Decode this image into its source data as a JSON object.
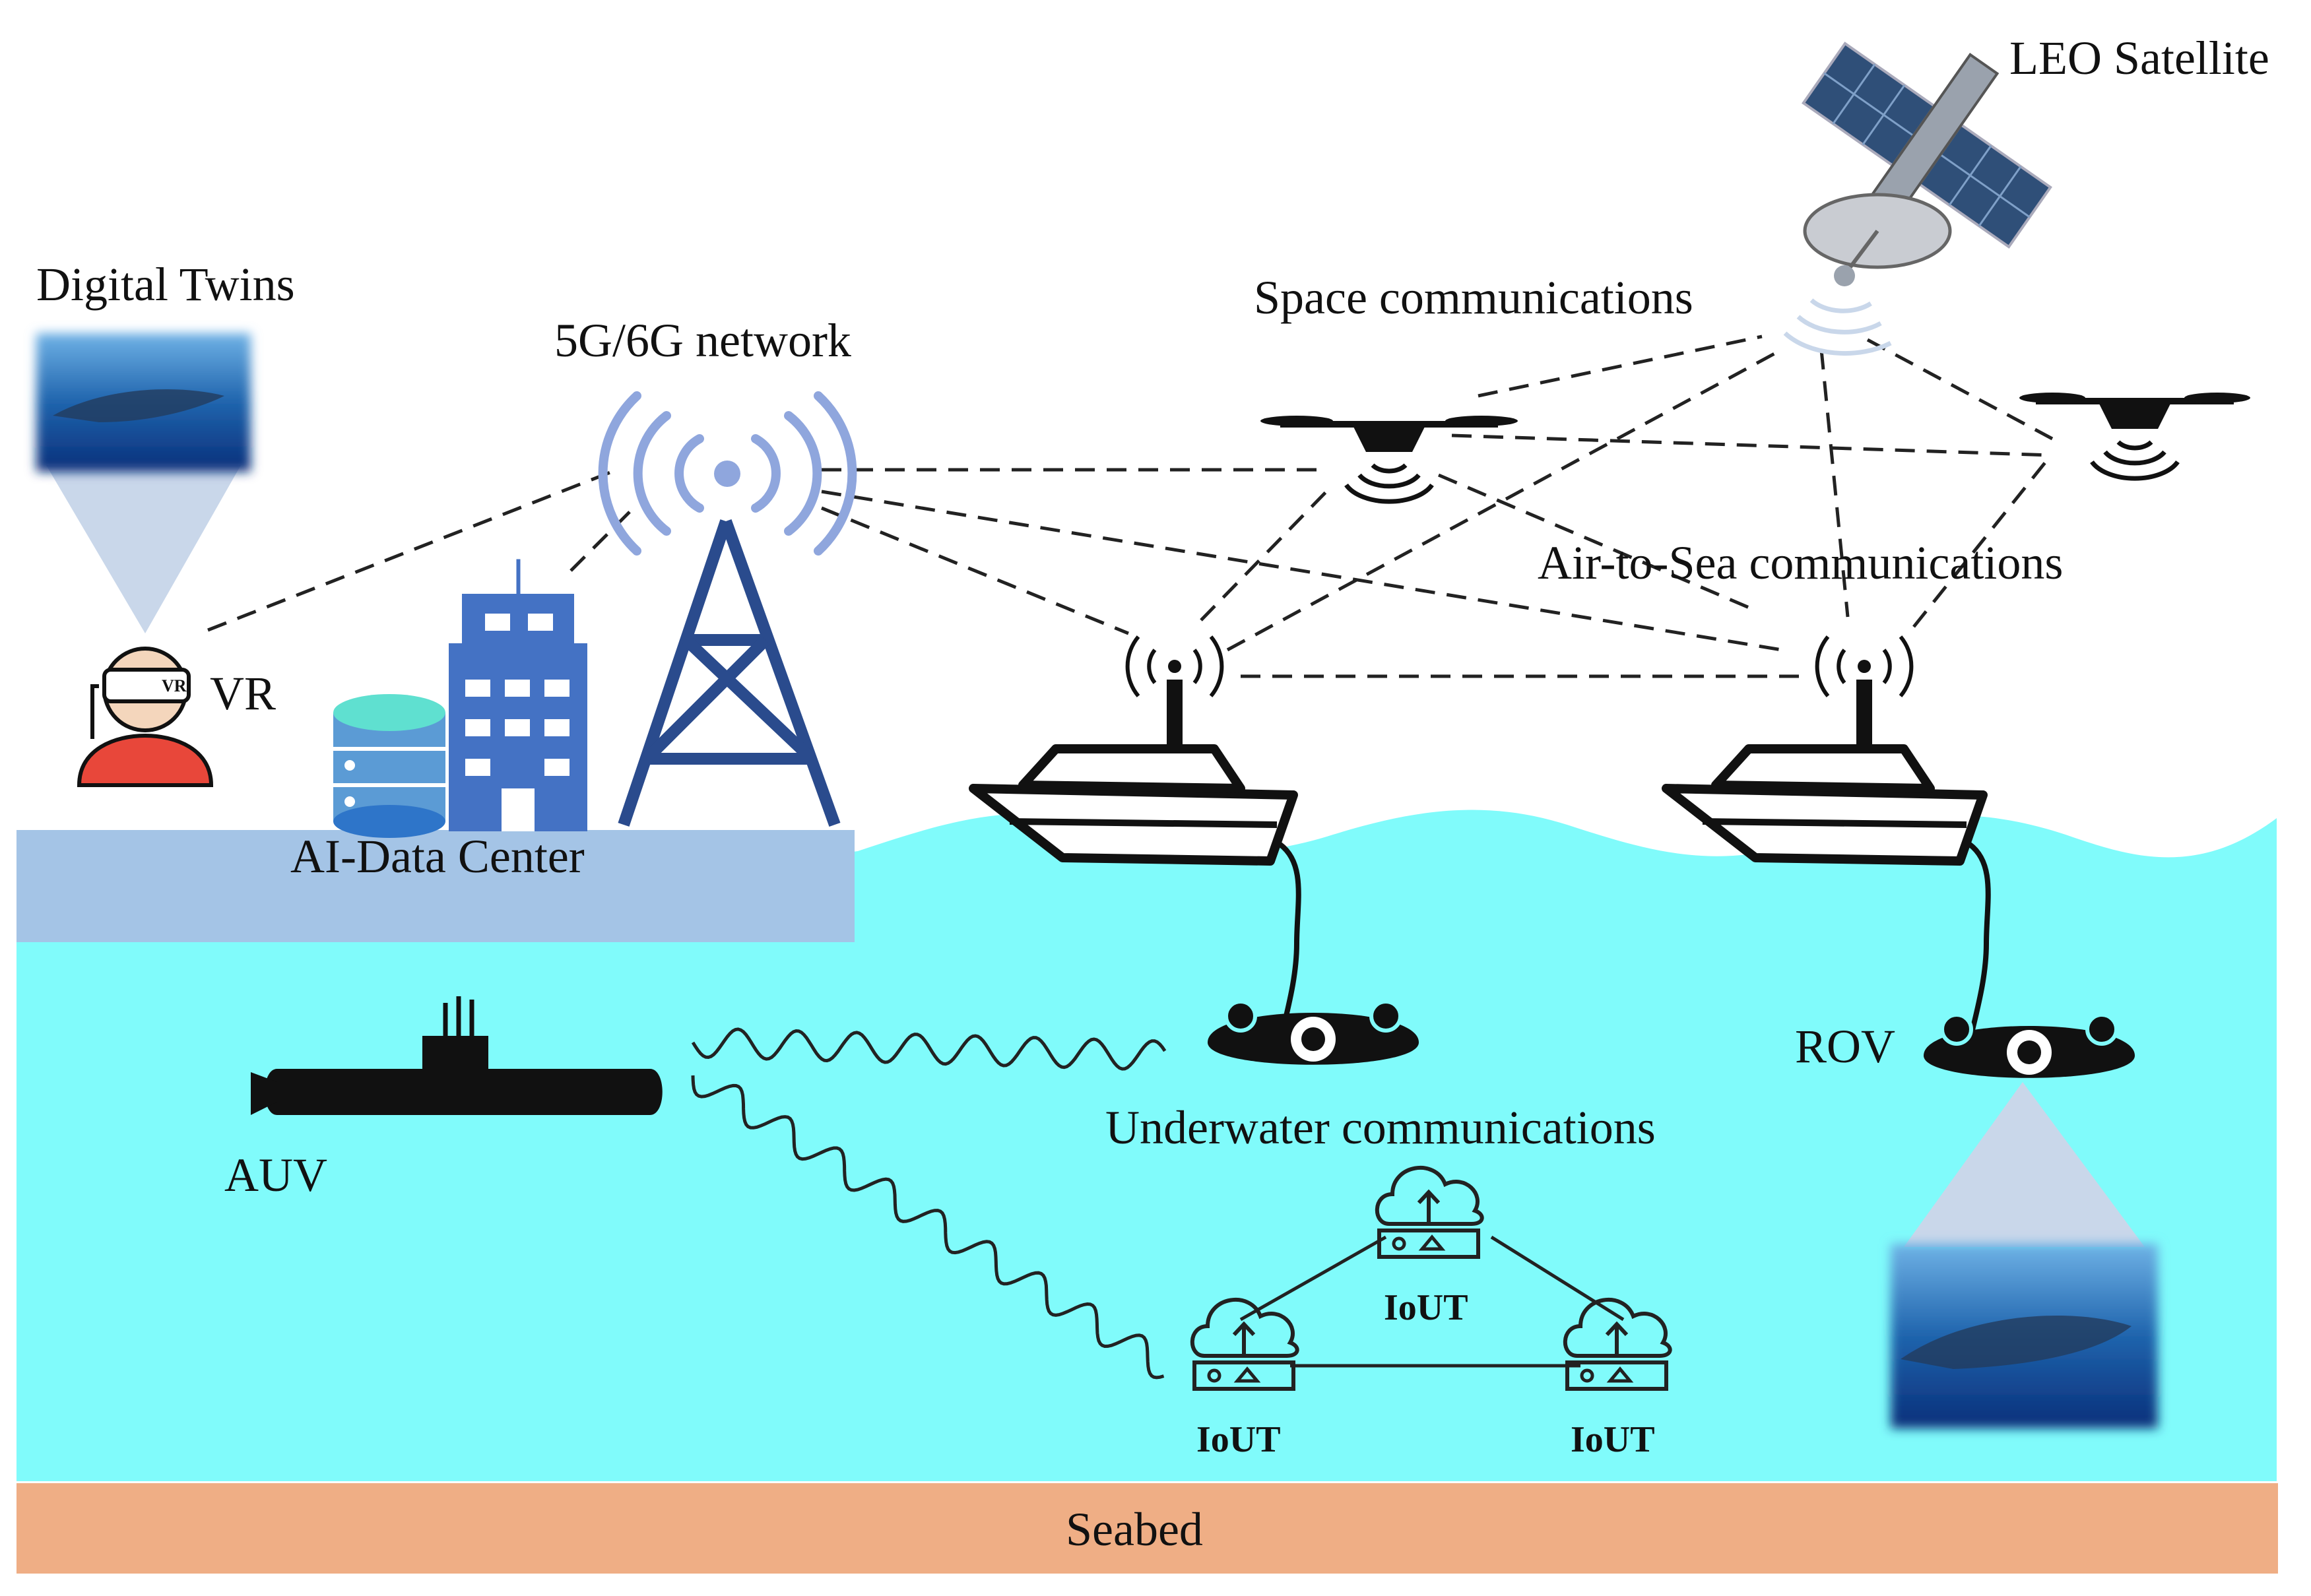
{
  "labels": {
    "leo_satellite": "LEO Satellite",
    "space_communications": "Space communications",
    "digital_twins": "Digital Twins",
    "network": "5G/6G network",
    "vr": "VR",
    "ai_data_center": "AI-Data Center",
    "air_to_sea": "Air-to-Sea communications",
    "rov": "ROV",
    "auv": "AUV",
    "underwater_communications": "Underwater communications",
    "iout_top": "IoUT",
    "iout_left": "IoUT",
    "iout_right": "IoUT",
    "seabed": "Seabed",
    "vr_headset_text": "VR"
  },
  "colors": {
    "ocean": "#80fbfb",
    "seabed": "#efae85",
    "land": "#a4c4e6",
    "tower": "#2a4b8d",
    "signal": "#8fa6dd",
    "building": "#4472c4",
    "database": "#5b9bd5",
    "database_top": "#5fe0d0",
    "vr_shirt": "#e8473a",
    "photo_blue": "#1d5fa8",
    "beam": "#c9d7ea"
  },
  "icons": [
    "satellite-icon",
    "drone-icon",
    "tower-icon",
    "boat-icon",
    "rov-icon",
    "submarine-icon",
    "cloud-router-icon",
    "vr-user-icon",
    "database-icon",
    "building-icon",
    "whale-shark-photo"
  ]
}
